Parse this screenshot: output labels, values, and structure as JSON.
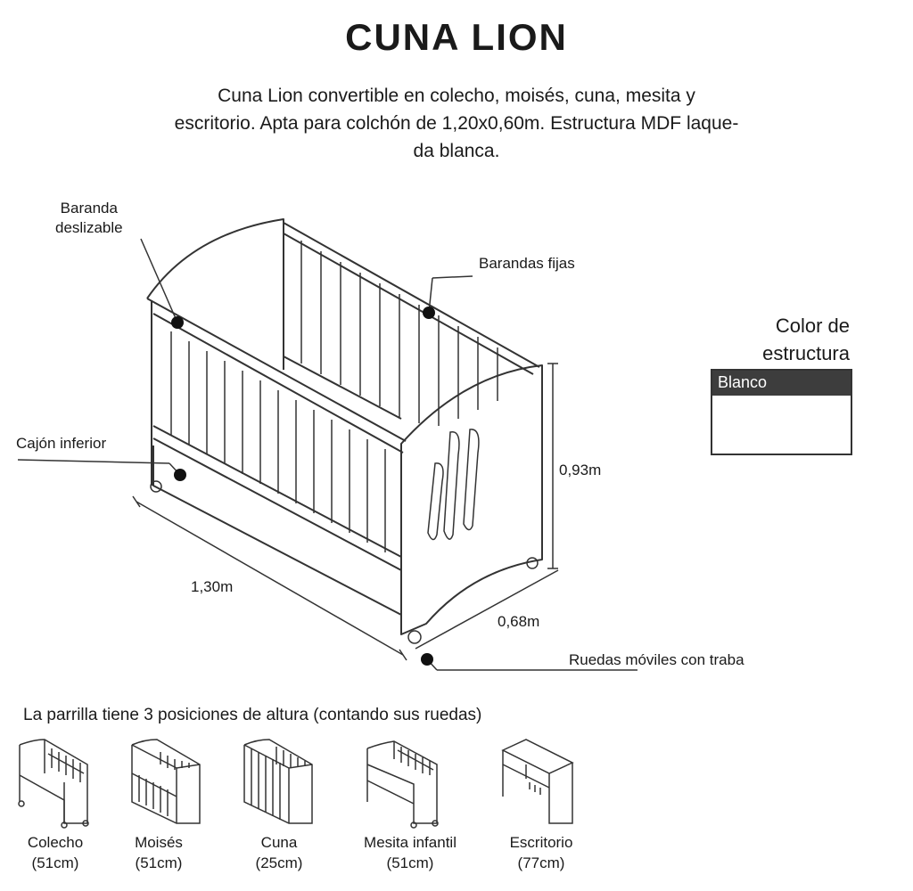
{
  "title": "CUNA LION",
  "description": [
    "Cuna Lion convertible en colecho, moisés, cuna, mesita y",
    "escritorio. Apta para colchón de 1,20x0,60m. Estructura MDF laque-",
    "da blanca."
  ],
  "callouts": {
    "baranda_deslizable": [
      "Baranda",
      "deslizable"
    ],
    "barandas_fijas": "Barandas fijas",
    "cajon_inferior": "Cajón inferior",
    "ruedas": "Ruedas móviles con traba"
  },
  "dimensions": {
    "length": "1,30m",
    "depth": "0,68m",
    "height": "0,93m"
  },
  "color": {
    "title_lines": [
      "Color de",
      "estructura"
    ],
    "option": "Blanco",
    "header_color": "#3d3d3d"
  },
  "positions": {
    "title": "La parrilla tiene 3 posiciones de altura (contando sus ruedas)",
    "items": [
      {
        "name": "Colecho",
        "height": "(51cm)",
        "icon": "colecho-crib-icon"
      },
      {
        "name": "Moisés",
        "height": "(51cm)",
        "icon": "moises-crib-icon"
      },
      {
        "name": "Cuna",
        "height": "(25cm)",
        "icon": "cuna-crib-icon"
      },
      {
        "name": "Mesita infantil",
        "height": "(51cm)",
        "icon": "mesita-icon"
      },
      {
        "name": "Escritorio",
        "height": "(77cm)",
        "icon": "escritorio-icon"
      }
    ]
  }
}
